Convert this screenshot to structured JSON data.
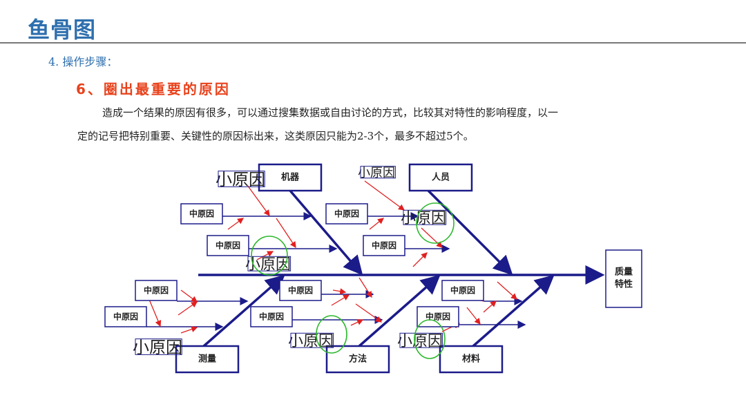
{
  "header": {
    "title": "鱼骨图",
    "step": "4. 操作步骤：",
    "subtitle": "6、圈出最重要的原因"
  },
  "body": {
    "line1": "造成一个结果的原因有很多，可以通过搜集数据或自由讨论的方式，比较其对特性的影响程度，以一",
    "line2": "定的记号把特别重要、关键性的原因标出来，这类原因只能为2-3个，最多不超过5个。"
  },
  "diagram": {
    "effect": [
      "质量",
      "特性"
    ],
    "categories": {
      "machine": "机器",
      "people": "人员",
      "measure": "测量",
      "method": "方法",
      "material": "材料"
    },
    "mid_cause": "中原因",
    "small_cause": "小原因"
  },
  "colors": {
    "bone": "#1b1b8a",
    "arrow": "#e02020",
    "highlight": "#2cb82c",
    "title": "#2e6fae",
    "subtitle": "#e8421c"
  }
}
